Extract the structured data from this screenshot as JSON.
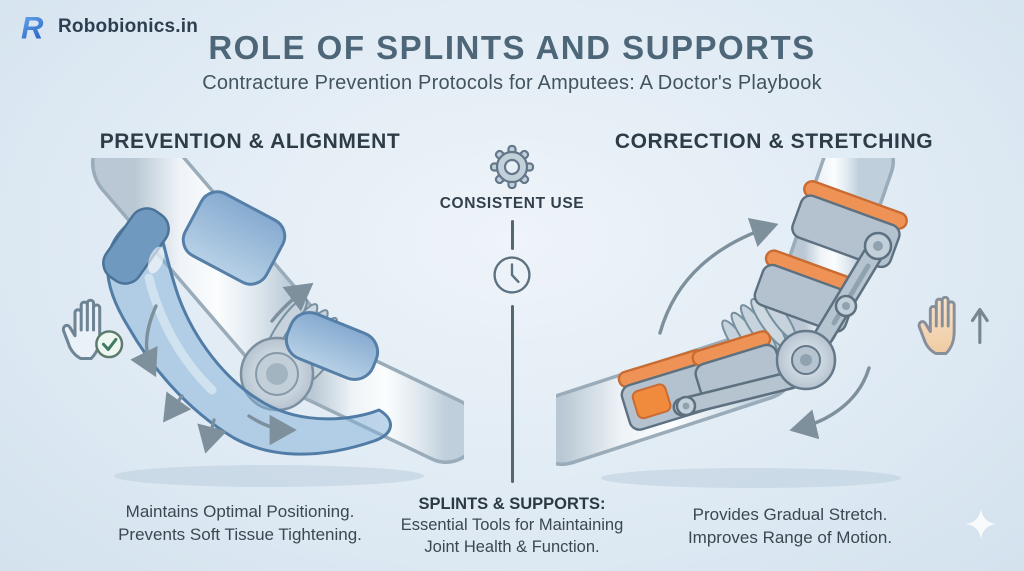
{
  "brand": {
    "name": "Robobionics.in",
    "logo_letter": "R"
  },
  "header": {
    "title": "ROLE OF SPLINTS AND SUPPORTS",
    "subtitle": "Contracture Prevention Protocols for Amputees: A Doctor's Playbook"
  },
  "left_section": {
    "heading": "PREVENTION & ALIGNMENT",
    "caption": [
      "Maintains Optimal Positioning.",
      "Prevents Soft Tissue Tightening."
    ],
    "illustration": "splinted-elbow-with-soft-blue-splint",
    "side_icon": "hand-with-checkmark"
  },
  "center_section": {
    "label": "CONSISTENT USE",
    "icons": [
      "gear-icon",
      "clock-icon"
    ],
    "footer_heading": "SPLINTS & SUPPORTS:",
    "footer_lines": [
      "Essential Tools for Maintaining",
      "Joint Health & Function."
    ]
  },
  "right_section": {
    "heading": "CORRECTION & STRETCHING",
    "caption": [
      "Provides Gradual Stretch.",
      "Improves Range of Motion."
    ],
    "illustration": "hinged-elbow-brace-with-orange-straps",
    "side_icon": "hand-with-up-arrow"
  },
  "colors": {
    "background": "#e2ecf5",
    "title": "#4d6778",
    "heading": "#2d3c46",
    "body_text": "#3b4850",
    "brand_blue": "#3a79d2",
    "splint_blue": "#84abd1",
    "strap_orange": "#ee8f4d",
    "icon_slate": "#70828f"
  }
}
